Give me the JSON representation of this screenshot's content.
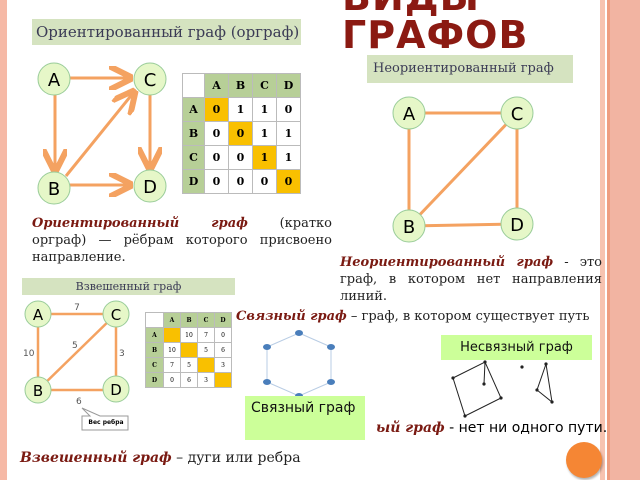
{
  "title": "ВИДЫ ГРАФОВ",
  "directed": {
    "label": "Ориентированный граф (орграф)",
    "nodes": [
      "A",
      "C",
      "B",
      "D"
    ],
    "matrix": {
      "headers": [
        "A",
        "B",
        "C",
        "D"
      ],
      "rows": [
        [
          "A",
          "0",
          "1",
          "1",
          "0"
        ],
        [
          "B",
          "0",
          "0",
          "1",
          "1"
        ],
        [
          "C",
          "0",
          "0",
          "1",
          "1"
        ],
        [
          "D",
          "0",
          "0",
          "0",
          "0"
        ]
      ]
    },
    "term": "Ориентированный граф",
    "description": " (кратко орграф) — рёбрам которого присвоено направление."
  },
  "undirected": {
    "label": "Неориентированный граф",
    "nodes": [
      "A",
      "C",
      "B",
      "D"
    ],
    "term": "Неориентированный граф",
    "description": " - это граф, в котором нет направления линий."
  },
  "weighted": {
    "label": "Взвешенный граф",
    "nodes": [
      "A",
      "C",
      "B",
      "D"
    ],
    "weights": {
      "AC": "7",
      "AB": "10",
      "BC": "5",
      "CD": "3",
      "BD": "6"
    },
    "callout": "Вес ребра",
    "matrix": {
      "headers": [
        "A",
        "B",
        "C",
        "D"
      ],
      "rows": [
        [
          "A",
          "",
          "10",
          "7",
          "0"
        ],
        [
          "B",
          "10",
          "",
          "5",
          "6"
        ],
        [
          "C",
          "7",
          "5",
          "",
          "3"
        ],
        [
          "D",
          "0",
          "6",
          "3",
          ""
        ]
      ]
    },
    "term": "Взвешенный граф",
    "description": " – дуги или ребра"
  },
  "connected": {
    "term": "Связный граф",
    "description": " – граф, в котором существует путь",
    "badge": "Связный граф"
  },
  "disconnected": {
    "badge": "Несвязный граф",
    "term": "ый граф",
    "description": " - нет ни одного пути."
  },
  "colors": {
    "accent": "#8b1a12",
    "edge": "#f4a261",
    "node": "#e6f7c8",
    "highlight": "#f9c000",
    "badge": "#ccff99",
    "button": "#f58634"
  }
}
